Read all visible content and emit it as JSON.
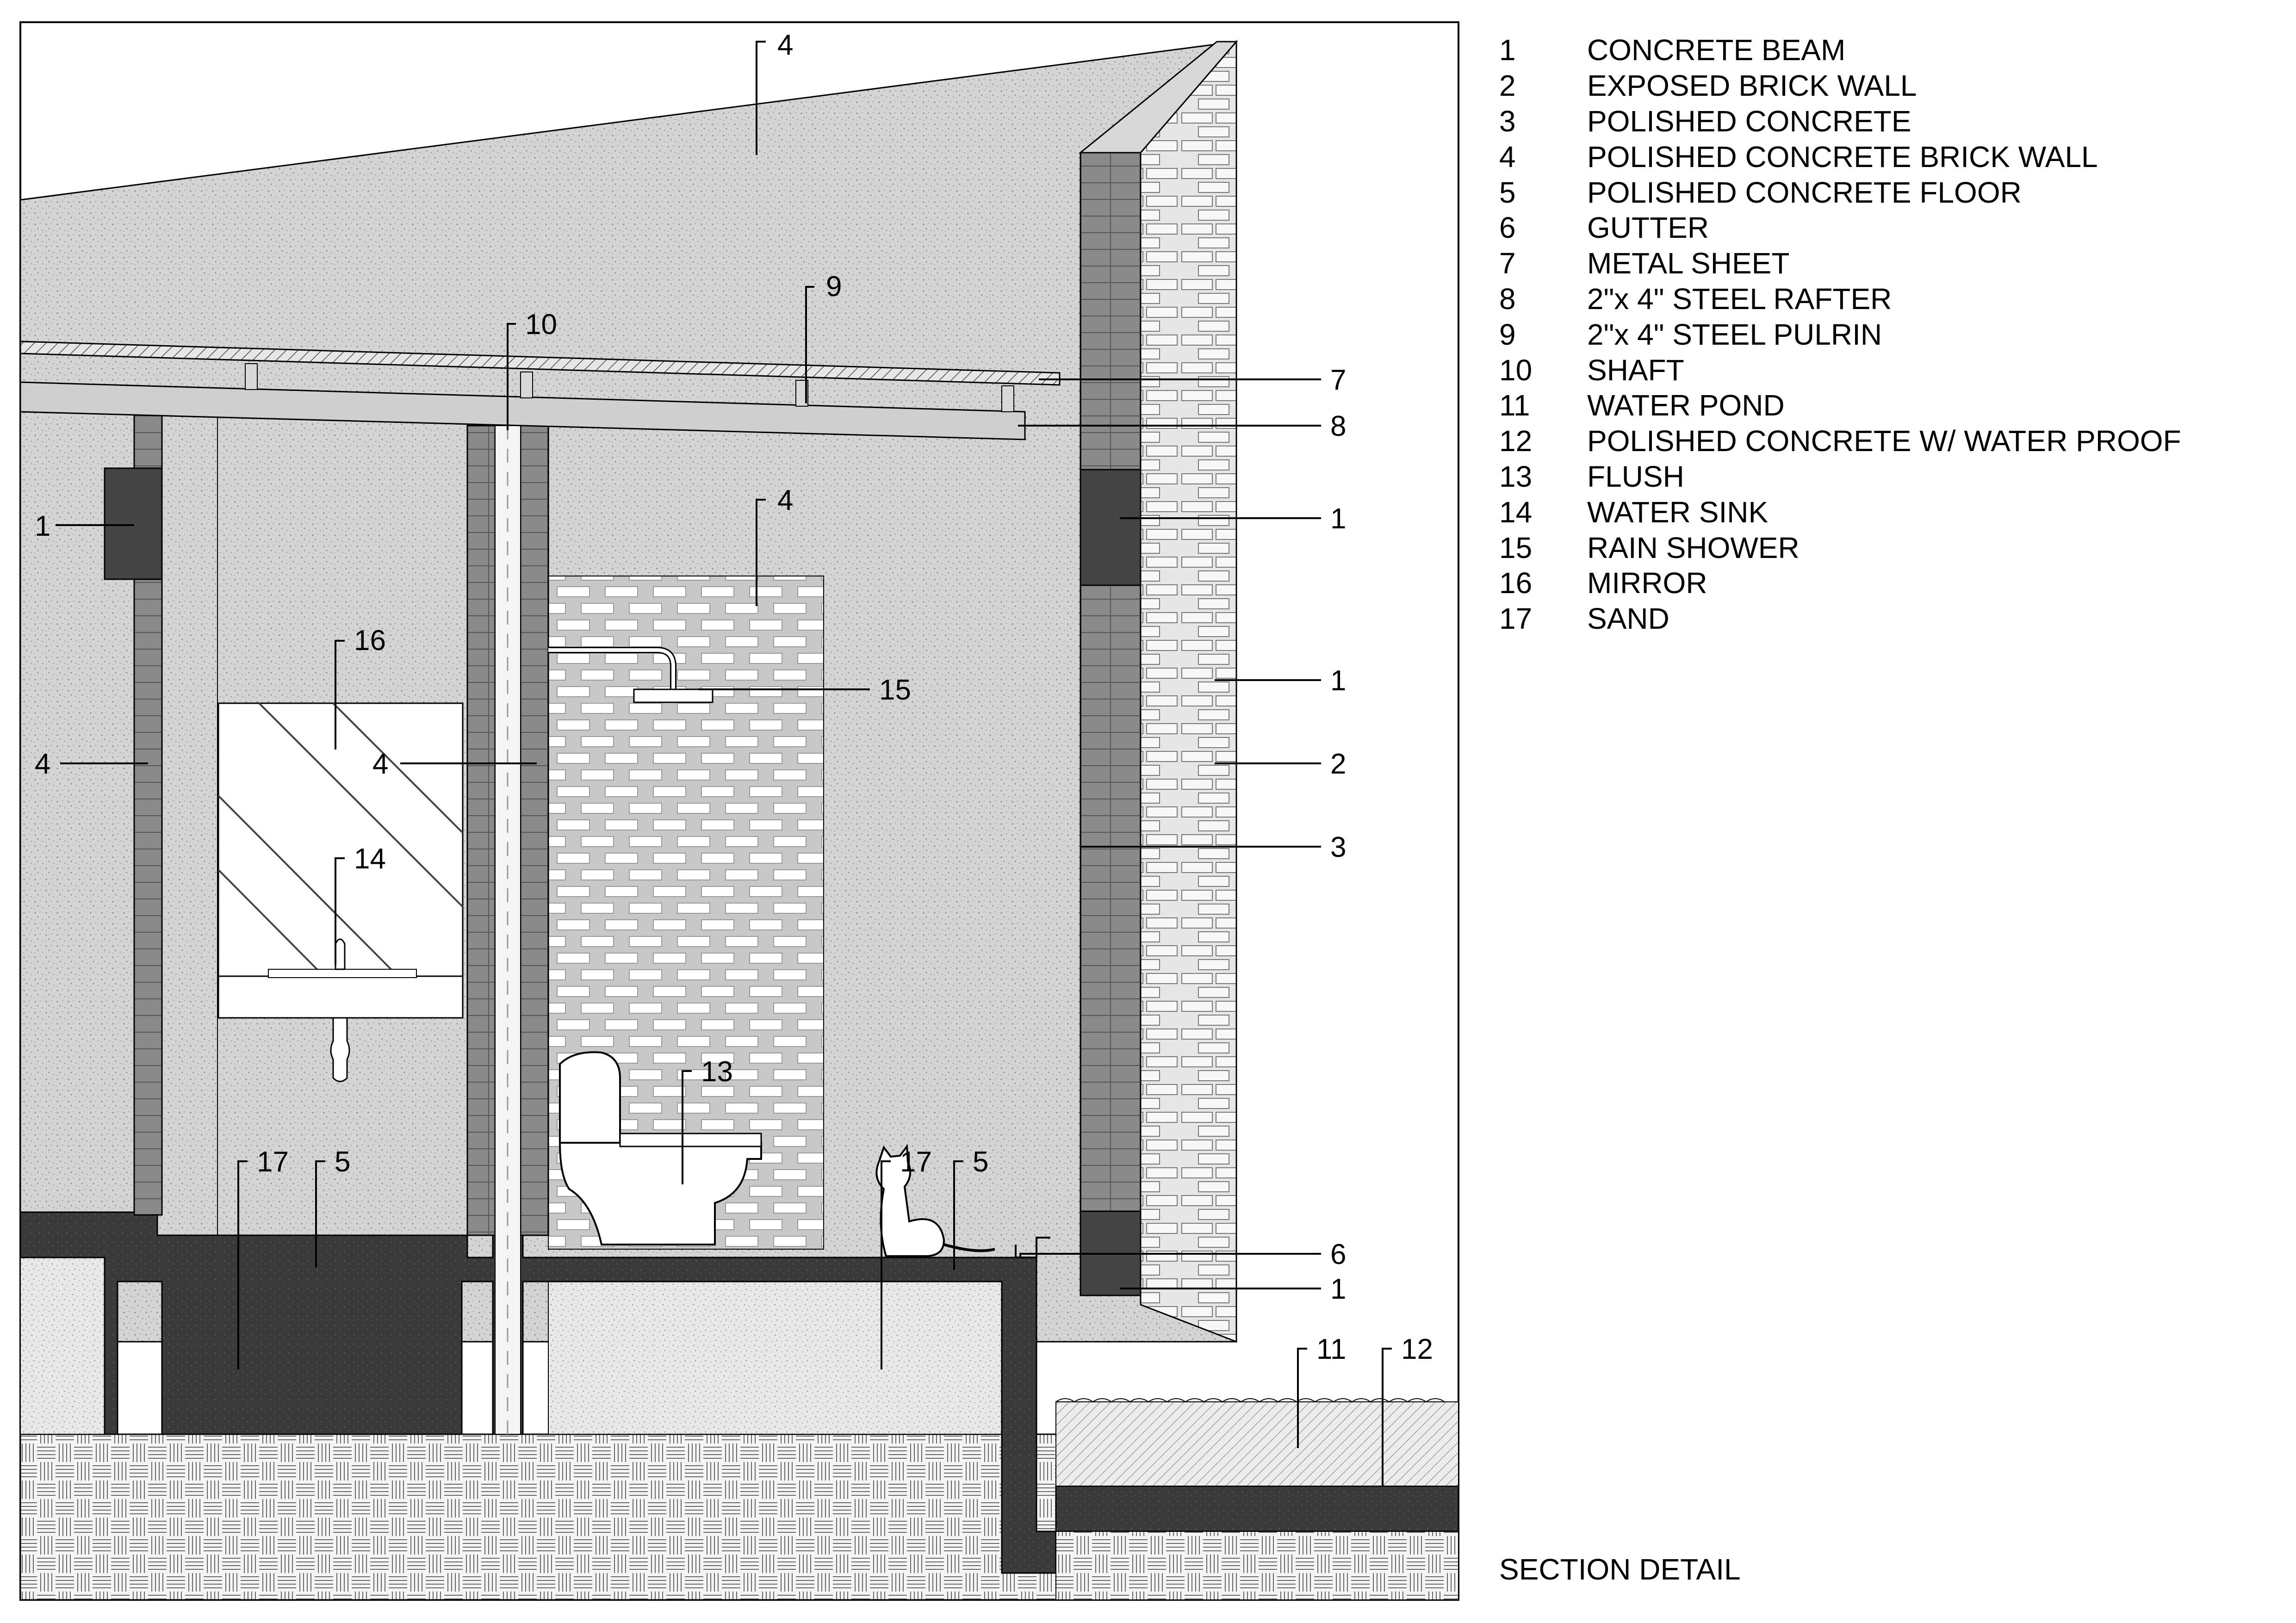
{
  "legend": [
    {
      "num": "1",
      "label": "CONCRETE BEAM"
    },
    {
      "num": "2",
      "label": "EXPOSED BRICK WALL"
    },
    {
      "num": "3",
      "label": "POLISHED CONCRETE"
    },
    {
      "num": "4",
      "label": "POLISHED CONCRETE BRICK WALL"
    },
    {
      "num": "5",
      "label": "POLISHED CONCRETE FLOOR"
    },
    {
      "num": "6",
      "label": "GUTTER"
    },
    {
      "num": "7",
      "label": "METAL SHEET"
    },
    {
      "num": "8",
      "label": "2\"x 4\" STEEL RAFTER"
    },
    {
      "num": "9",
      "label": "2\"x 4\" STEEL PULRIN"
    },
    {
      "num": "10",
      "label": "SHAFT"
    },
    {
      "num": "11",
      "label": "WATER POND"
    },
    {
      "num": "12",
      "label": "POLISHED CONCRETE W/ WATER PROOF"
    },
    {
      "num": "13",
      "label": "FLUSH"
    },
    {
      "num": "14",
      "label": "WATER SINK"
    },
    {
      "num": "15",
      "label": "RAIN SHOWER"
    },
    {
      "num": "16",
      "label": "MIRROR"
    },
    {
      "num": "17",
      "label": "SAND"
    }
  ],
  "sheet_title": "SECTION DETAIL",
  "callouts": {
    "c4_top": "4",
    "c9": "9",
    "c10": "10",
    "c7": "7",
    "c8": "8",
    "c1_left": "1",
    "c1_right_beam": "1",
    "c4_mid": "4",
    "c16": "16",
    "c15": "15",
    "c1_ext": "1",
    "c4_left": "4",
    "c4_shaft": "4",
    "c2": "2",
    "c3": "3",
    "c14": "14",
    "c13": "13",
    "c17_left": "17",
    "c5_left": "5",
    "c17_right": "17",
    "c5_right": "5",
    "c6": "6",
    "c1_bottom": "1",
    "c11": "11",
    "c12": "12"
  },
  "colors": {
    "wall_gray": "#d4d4d4",
    "column_gray": "#8a8a8a",
    "slab_dark": "#3a3a3a",
    "sand_light": "#e6e6e6",
    "beam_dark": "#444444",
    "line": "#000000"
  }
}
